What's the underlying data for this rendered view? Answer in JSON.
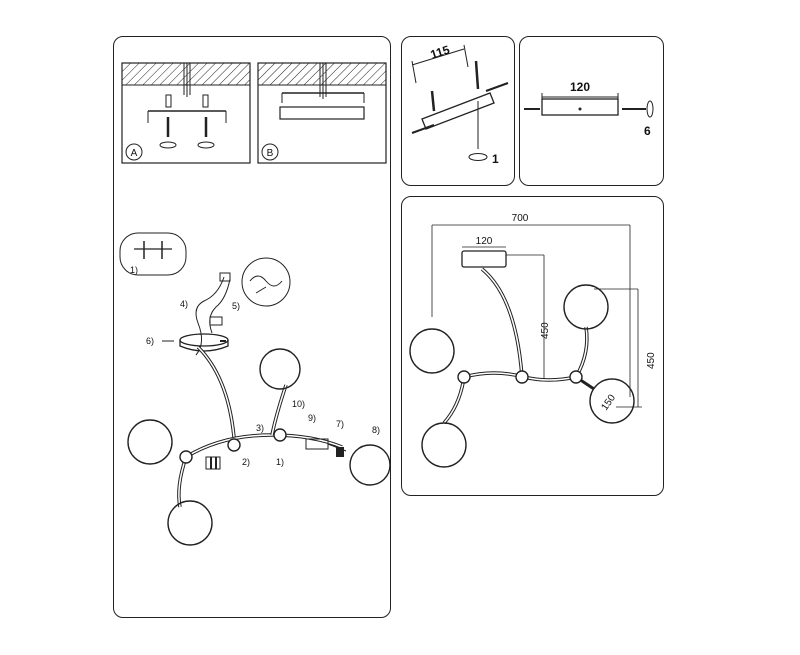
{
  "panel_left": {
    "detail_a": {
      "label": "A"
    },
    "detail_b": {
      "label": "B"
    },
    "inset_step": {
      "label": "1)"
    },
    "steps": {
      "s1": "1)",
      "s2": "2)",
      "s3": "3)",
      "s4": "4)",
      "s5": "5)",
      "s6": "6)",
      "s7": "7)",
      "s8": "8)",
      "s9": "9)",
      "s10": "10)"
    }
  },
  "panel_bracket": {
    "width_dim": "115",
    "step_label": "1"
  },
  "panel_canopy": {
    "width_dim": "120",
    "step_label": "6"
  },
  "panel_dimensions": {
    "overall_width": "700",
    "canopy_width": "120",
    "drop_height": "450",
    "total_height": "450",
    "shade_diameter": "150"
  }
}
